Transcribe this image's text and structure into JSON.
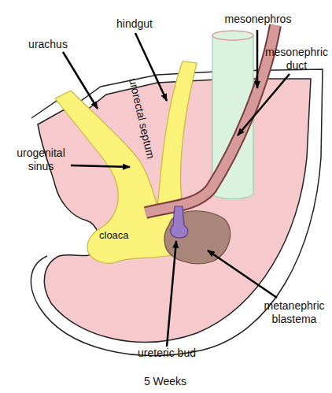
{
  "diagram": {
    "caption": "5 Weeks",
    "labels": [
      "urachus",
      "hindgut",
      "mesonephros",
      "mesonephric duct",
      "urorectal septum",
      "urogenital sinus",
      "cloaca",
      "metanephric blastema",
      "ureteric bud"
    ]
  }
}
